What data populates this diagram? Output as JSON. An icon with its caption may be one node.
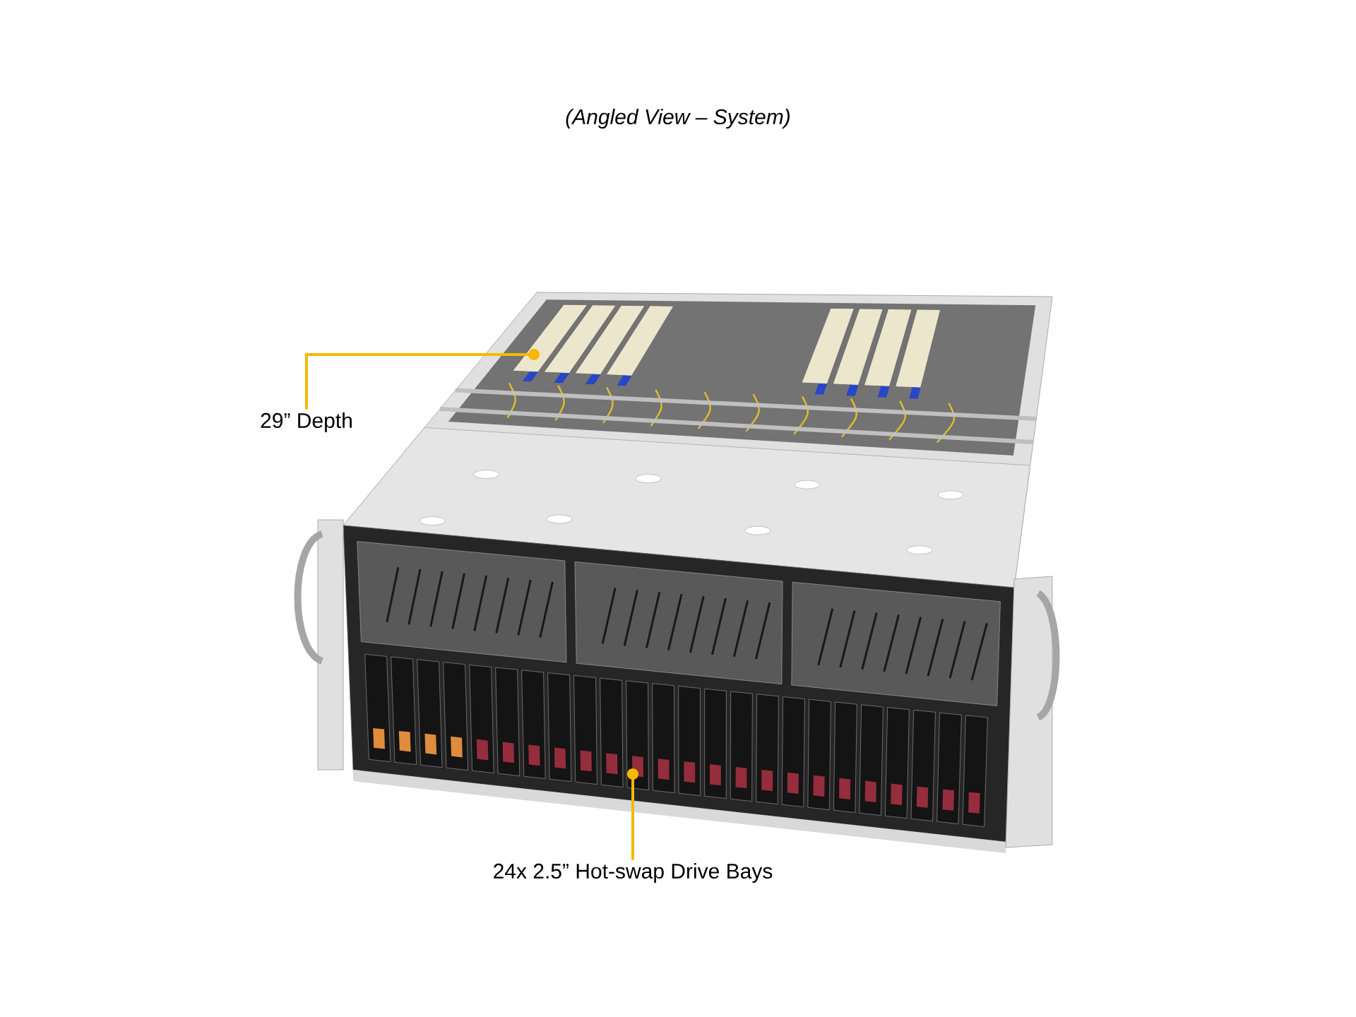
{
  "diagram": {
    "title": "(Angled View – System)",
    "nodes": [
      {
        "text": [
          "29” Depth"
        ]
      },
      {
        "text": [
          "24x 2.5” Hot-swap Drive Bays"
        ]
      }
    ],
    "edges": [
      {
        "from": 0,
        "to": null,
        "arrow": "other"
      },
      {
        "from": 1,
        "to": null,
        "arrow": "other"
      }
    ]
  }
}
